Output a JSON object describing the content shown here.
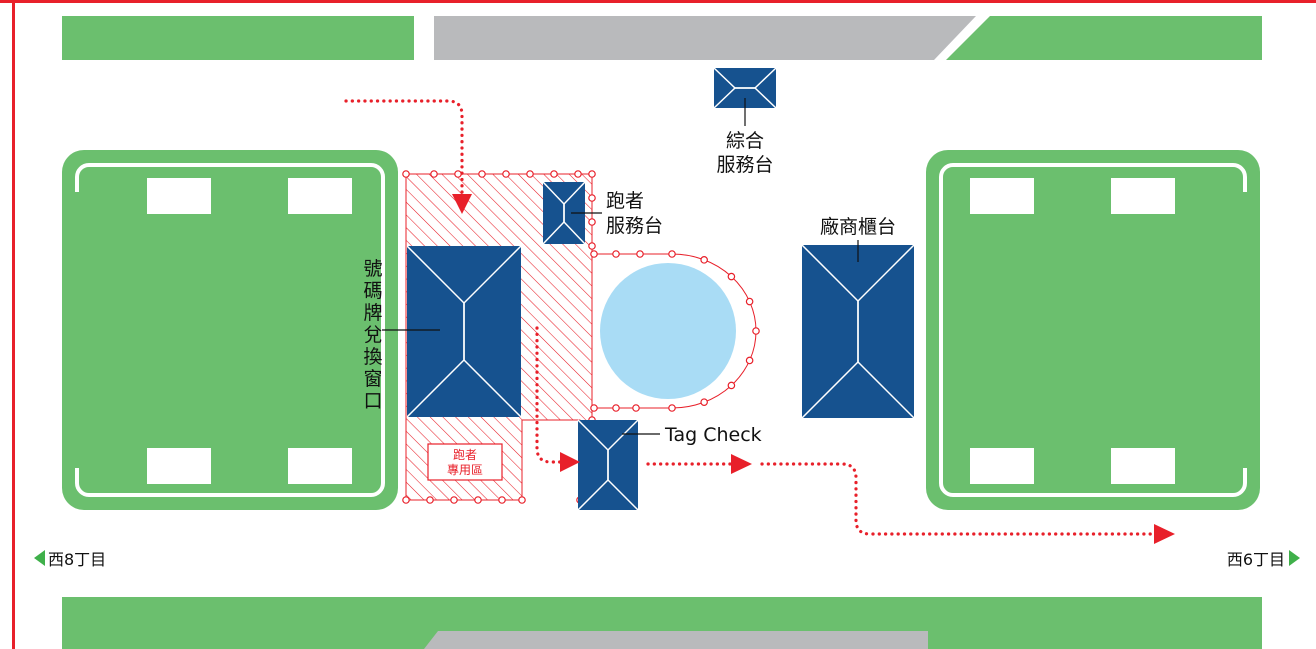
{
  "colors": {
    "frame": "#e8202a",
    "green": "#6bbf6e",
    "road": "#b9babc",
    "booth": "#16528f",
    "water": "#a9dcf5",
    "route": "#e8202a",
    "hatch": "#e8202a"
  },
  "labels": {
    "info_desk": [
      "綜合",
      "服務台"
    ],
    "runner_desk": [
      "跑者",
      "服務台"
    ],
    "vendor_counter": "廠商櫃台",
    "bib_pickup": [
      "號",
      "碼",
      "牌",
      "兌",
      "換",
      "窗",
      "口"
    ],
    "tag_check": "Tag Check",
    "runner_zone": [
      "跑者",
      "專用區"
    ],
    "west_8": "西8丁目",
    "west_6": "西6丁目"
  },
  "icons": {
    "left_arrow": "triangle-left",
    "right_arrow": "triangle-right",
    "route_arrow": "arrowhead"
  }
}
